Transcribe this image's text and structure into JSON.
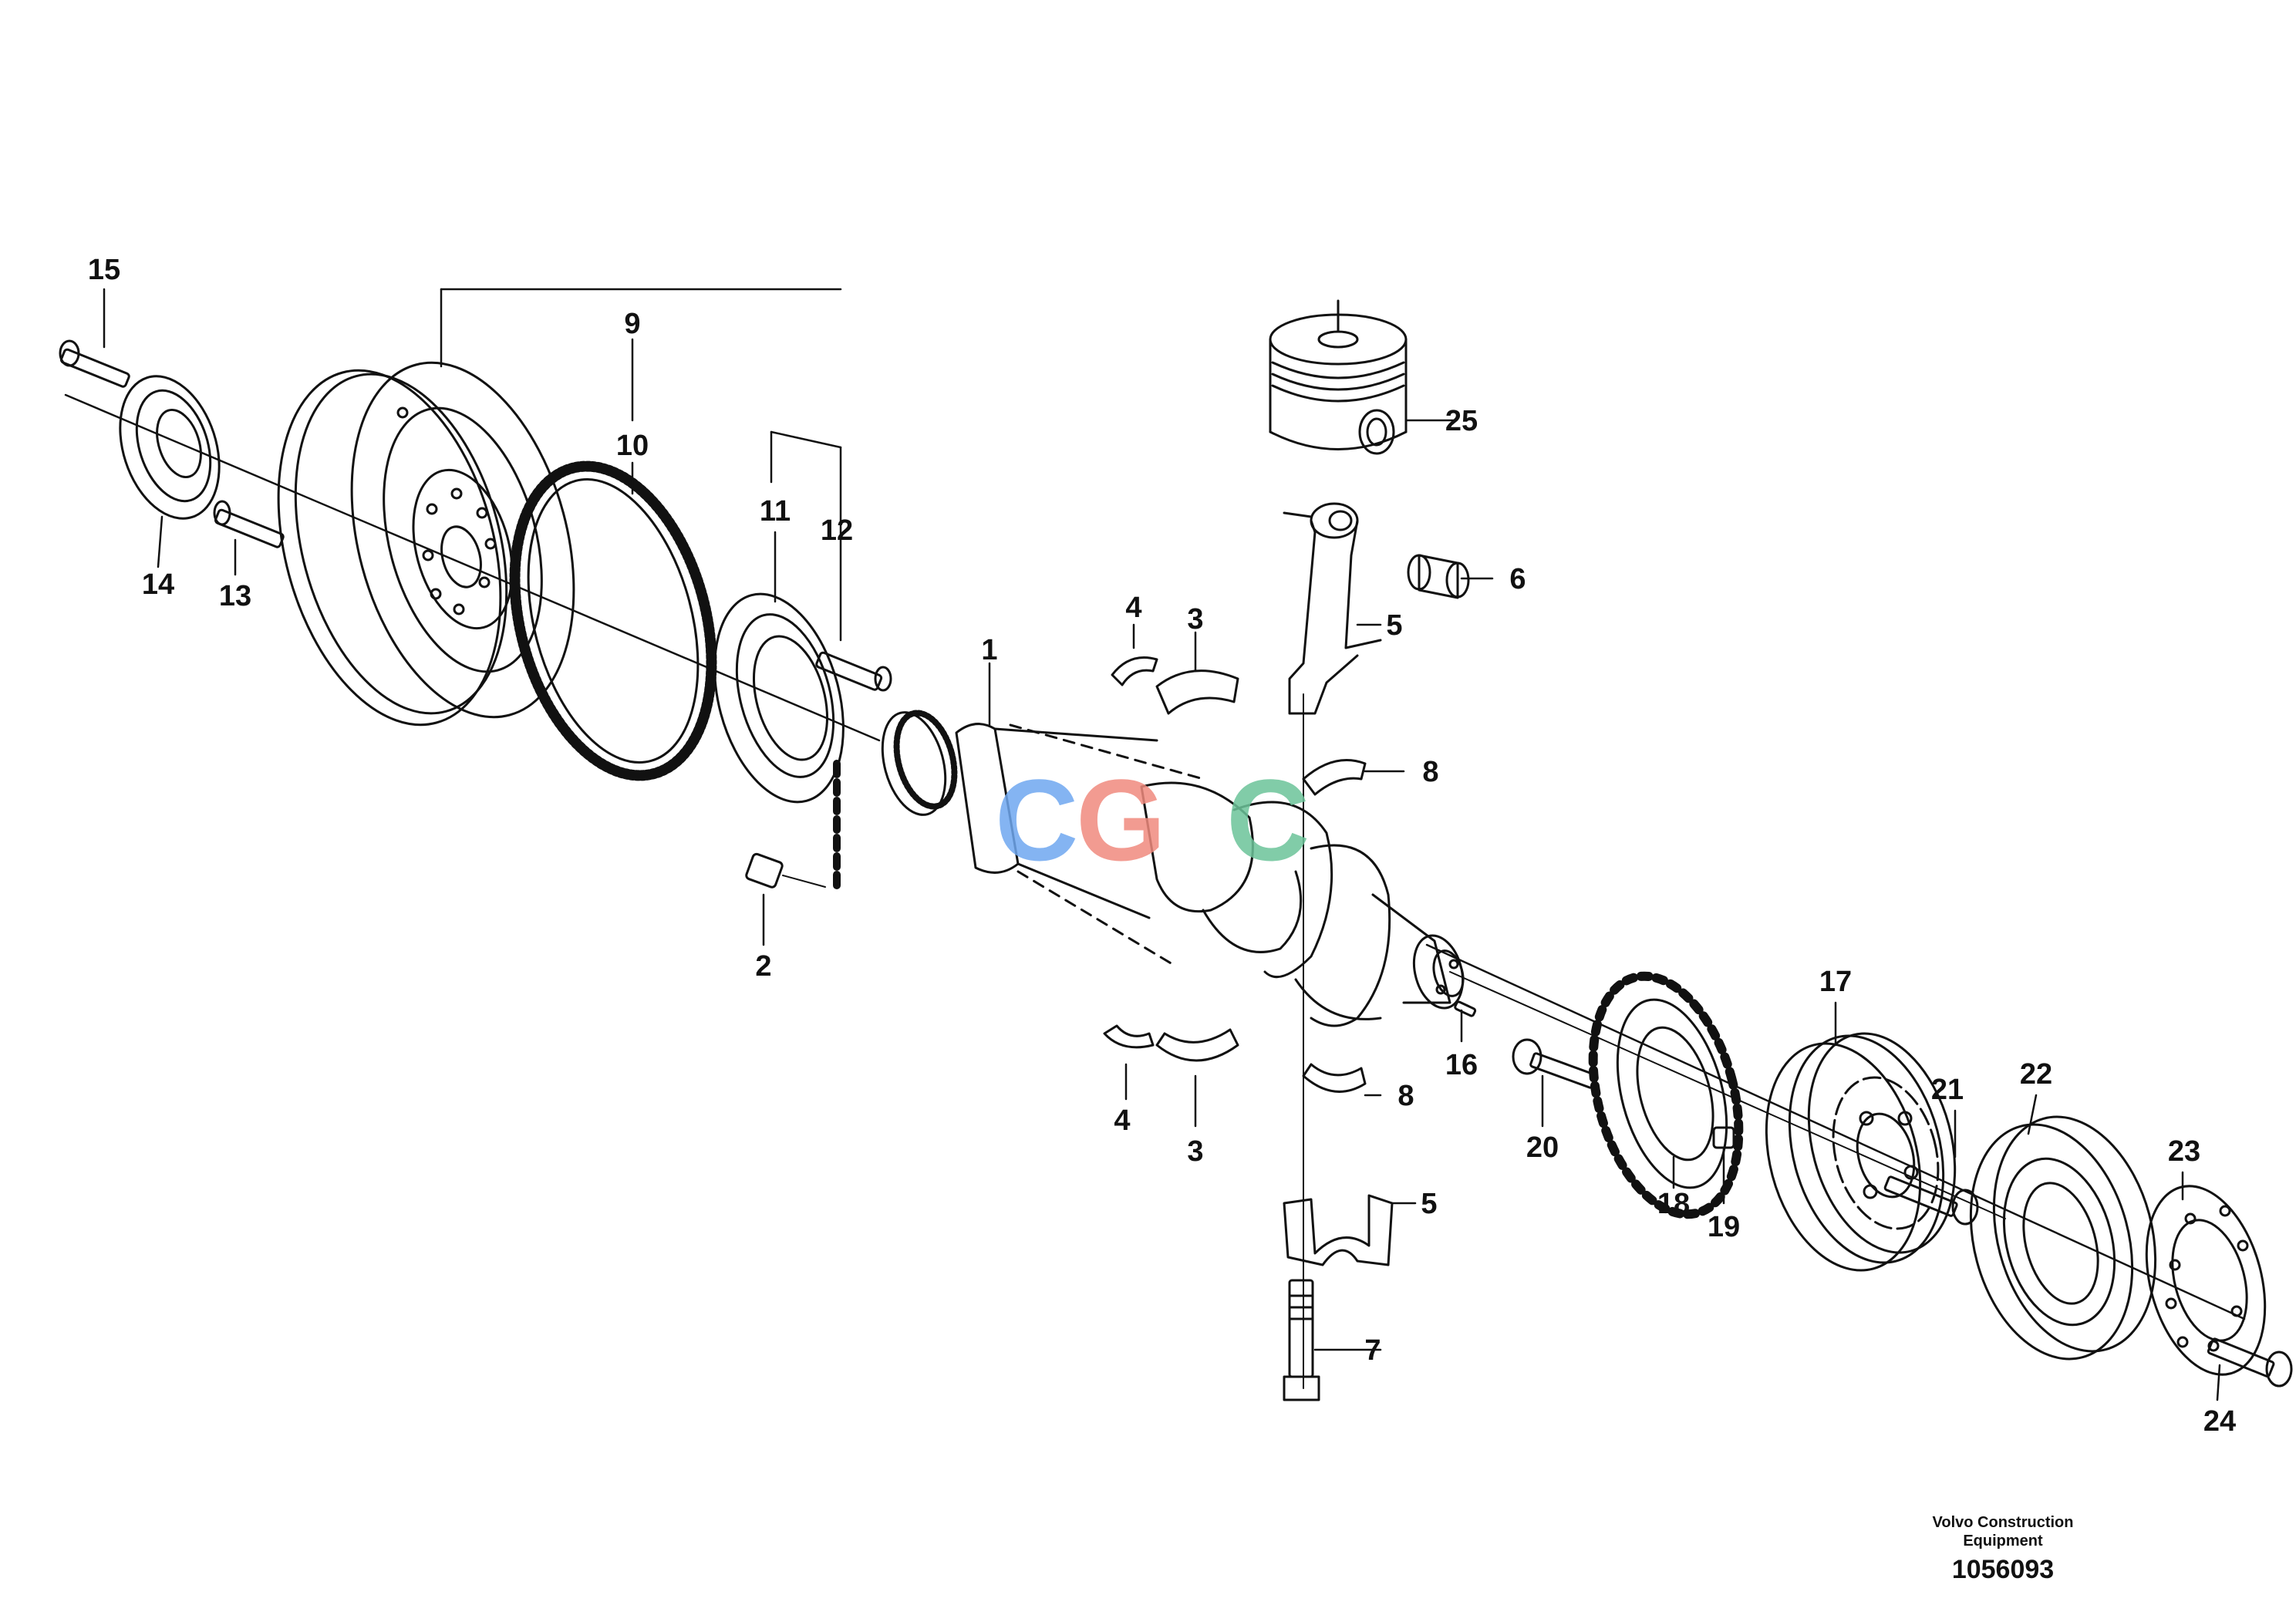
{
  "diagram": {
    "callouts": [
      "1",
      "2",
      "3",
      "3",
      "4",
      "4",
      "5",
      "5",
      "6",
      "7",
      "8",
      "8",
      "9",
      "10",
      "11",
      "12",
      "13",
      "14",
      "15",
      "16",
      "17",
      "18",
      "19",
      "20",
      "21",
      "22",
      "23",
      "24",
      "25"
    ],
    "publisher_line1": "Volvo Construction",
    "publisher_line2": "Equipment",
    "illustration_number": "1056093",
    "watermark": [
      "C",
      "G",
      "",
      "C"
    ],
    "watermark_colors": [
      "#6fa8f0",
      "#f08a7e",
      "#f5d36a",
      "#6cc49a"
    ]
  }
}
